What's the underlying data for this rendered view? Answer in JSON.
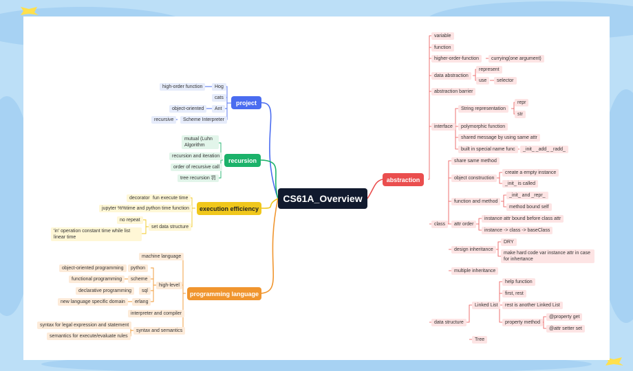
{
  "root": "CS61A_Overview",
  "colors": {
    "project": "#4a6cf0",
    "recursion": "#1bb26a",
    "efficiency": "#f0c71c",
    "language": "#f0952e",
    "abstraction": "#ea4e4e",
    "root": "#111a2e"
  },
  "left": {
    "project": {
      "label": "project",
      "items": [
        {
          "label": "Hog",
          "detail": "high-order function"
        },
        {
          "label": "cats"
        },
        {
          "label": "Ant",
          "detail": "object-oriented"
        },
        {
          "label": "Scheme Interpreter",
          "detail": "recursive"
        }
      ]
    },
    "recursion": {
      "label": "recursion",
      "items": [
        {
          "label": "mutual (Luhn Algorithm"
        },
        {
          "label": "recursion and iteration"
        },
        {
          "label": "order of recursive call"
        },
        {
          "label": "tree recursion",
          "badge": "罚"
        }
      ]
    },
    "efficiency": {
      "label": "execution efficiency",
      "items": [
        {
          "label": "fun execute time",
          "detail": "decorator"
        },
        {
          "label": "jupyter %%time and python time function"
        },
        {
          "label": "set data structure",
          "details": [
            "no repeat",
            "'in' operation constant time while list linear time"
          ]
        }
      ]
    },
    "language": {
      "label": "programming language",
      "items": [
        {
          "label": "machine language"
        },
        {
          "label": "high-level",
          "children": [
            {
              "label": "python",
              "detail": "object-oriented programming"
            },
            {
              "label": "scheme",
              "detail": "functional programming"
            },
            {
              "label": "sql",
              "detail": "declarative programming"
            },
            {
              "label": "erlang",
              "detail": "new language specific domain"
            }
          ]
        },
        {
          "label": "interpreter and compiler"
        },
        {
          "label": "syntax and semantics",
          "details": [
            "syntax for legal expression and statement",
            "semantics for execute/evaluate rules"
          ]
        }
      ]
    }
  },
  "right": {
    "label": "abstraction",
    "items": {
      "variable": "variable",
      "function": "function",
      "hof": "higher-order-function",
      "currying": "currying(one argument)",
      "data_abstraction": "data abstraction",
      "represent": "represent",
      "use": "use",
      "selector": "selector",
      "barrier": "abstraction barrier",
      "interface": "interface",
      "string_rep": "String representation",
      "repr": "repr",
      "str": "str",
      "poly": "polymorphic function",
      "shared": "shared message by using same attr",
      "builtin": "built in special name func",
      "builtin_list": "_init_ _add_ _radd_",
      "class": "class",
      "share_method": "share same method",
      "obj_construct": "object construction",
      "create_inst": "create a empty instance",
      "init_called": "_init_ is called",
      "func_method": "function and method",
      "init_repr": "_init_ and _repr_",
      "bound_self": "method bound self",
      "attr_order": "attr order",
      "inst_bound": "instance attr bound before class attr",
      "inst_class": "instance -> class -> baseClass",
      "design_inh": "design inheritance",
      "dry": "DRY",
      "hard_code": "make hard code var instance attr in case for inhertance",
      "multi_inh": "multiple inheritance",
      "data_struct": "data structure",
      "linked_list": "Linked List",
      "help_func": "help function",
      "first_rest": "first, rest",
      "rest_ll": "rest is another Linked List",
      "prop_method": "property method",
      "prop_get": "@property get",
      "attr_setter": "@attr setter set",
      "tree": "Tree"
    }
  }
}
